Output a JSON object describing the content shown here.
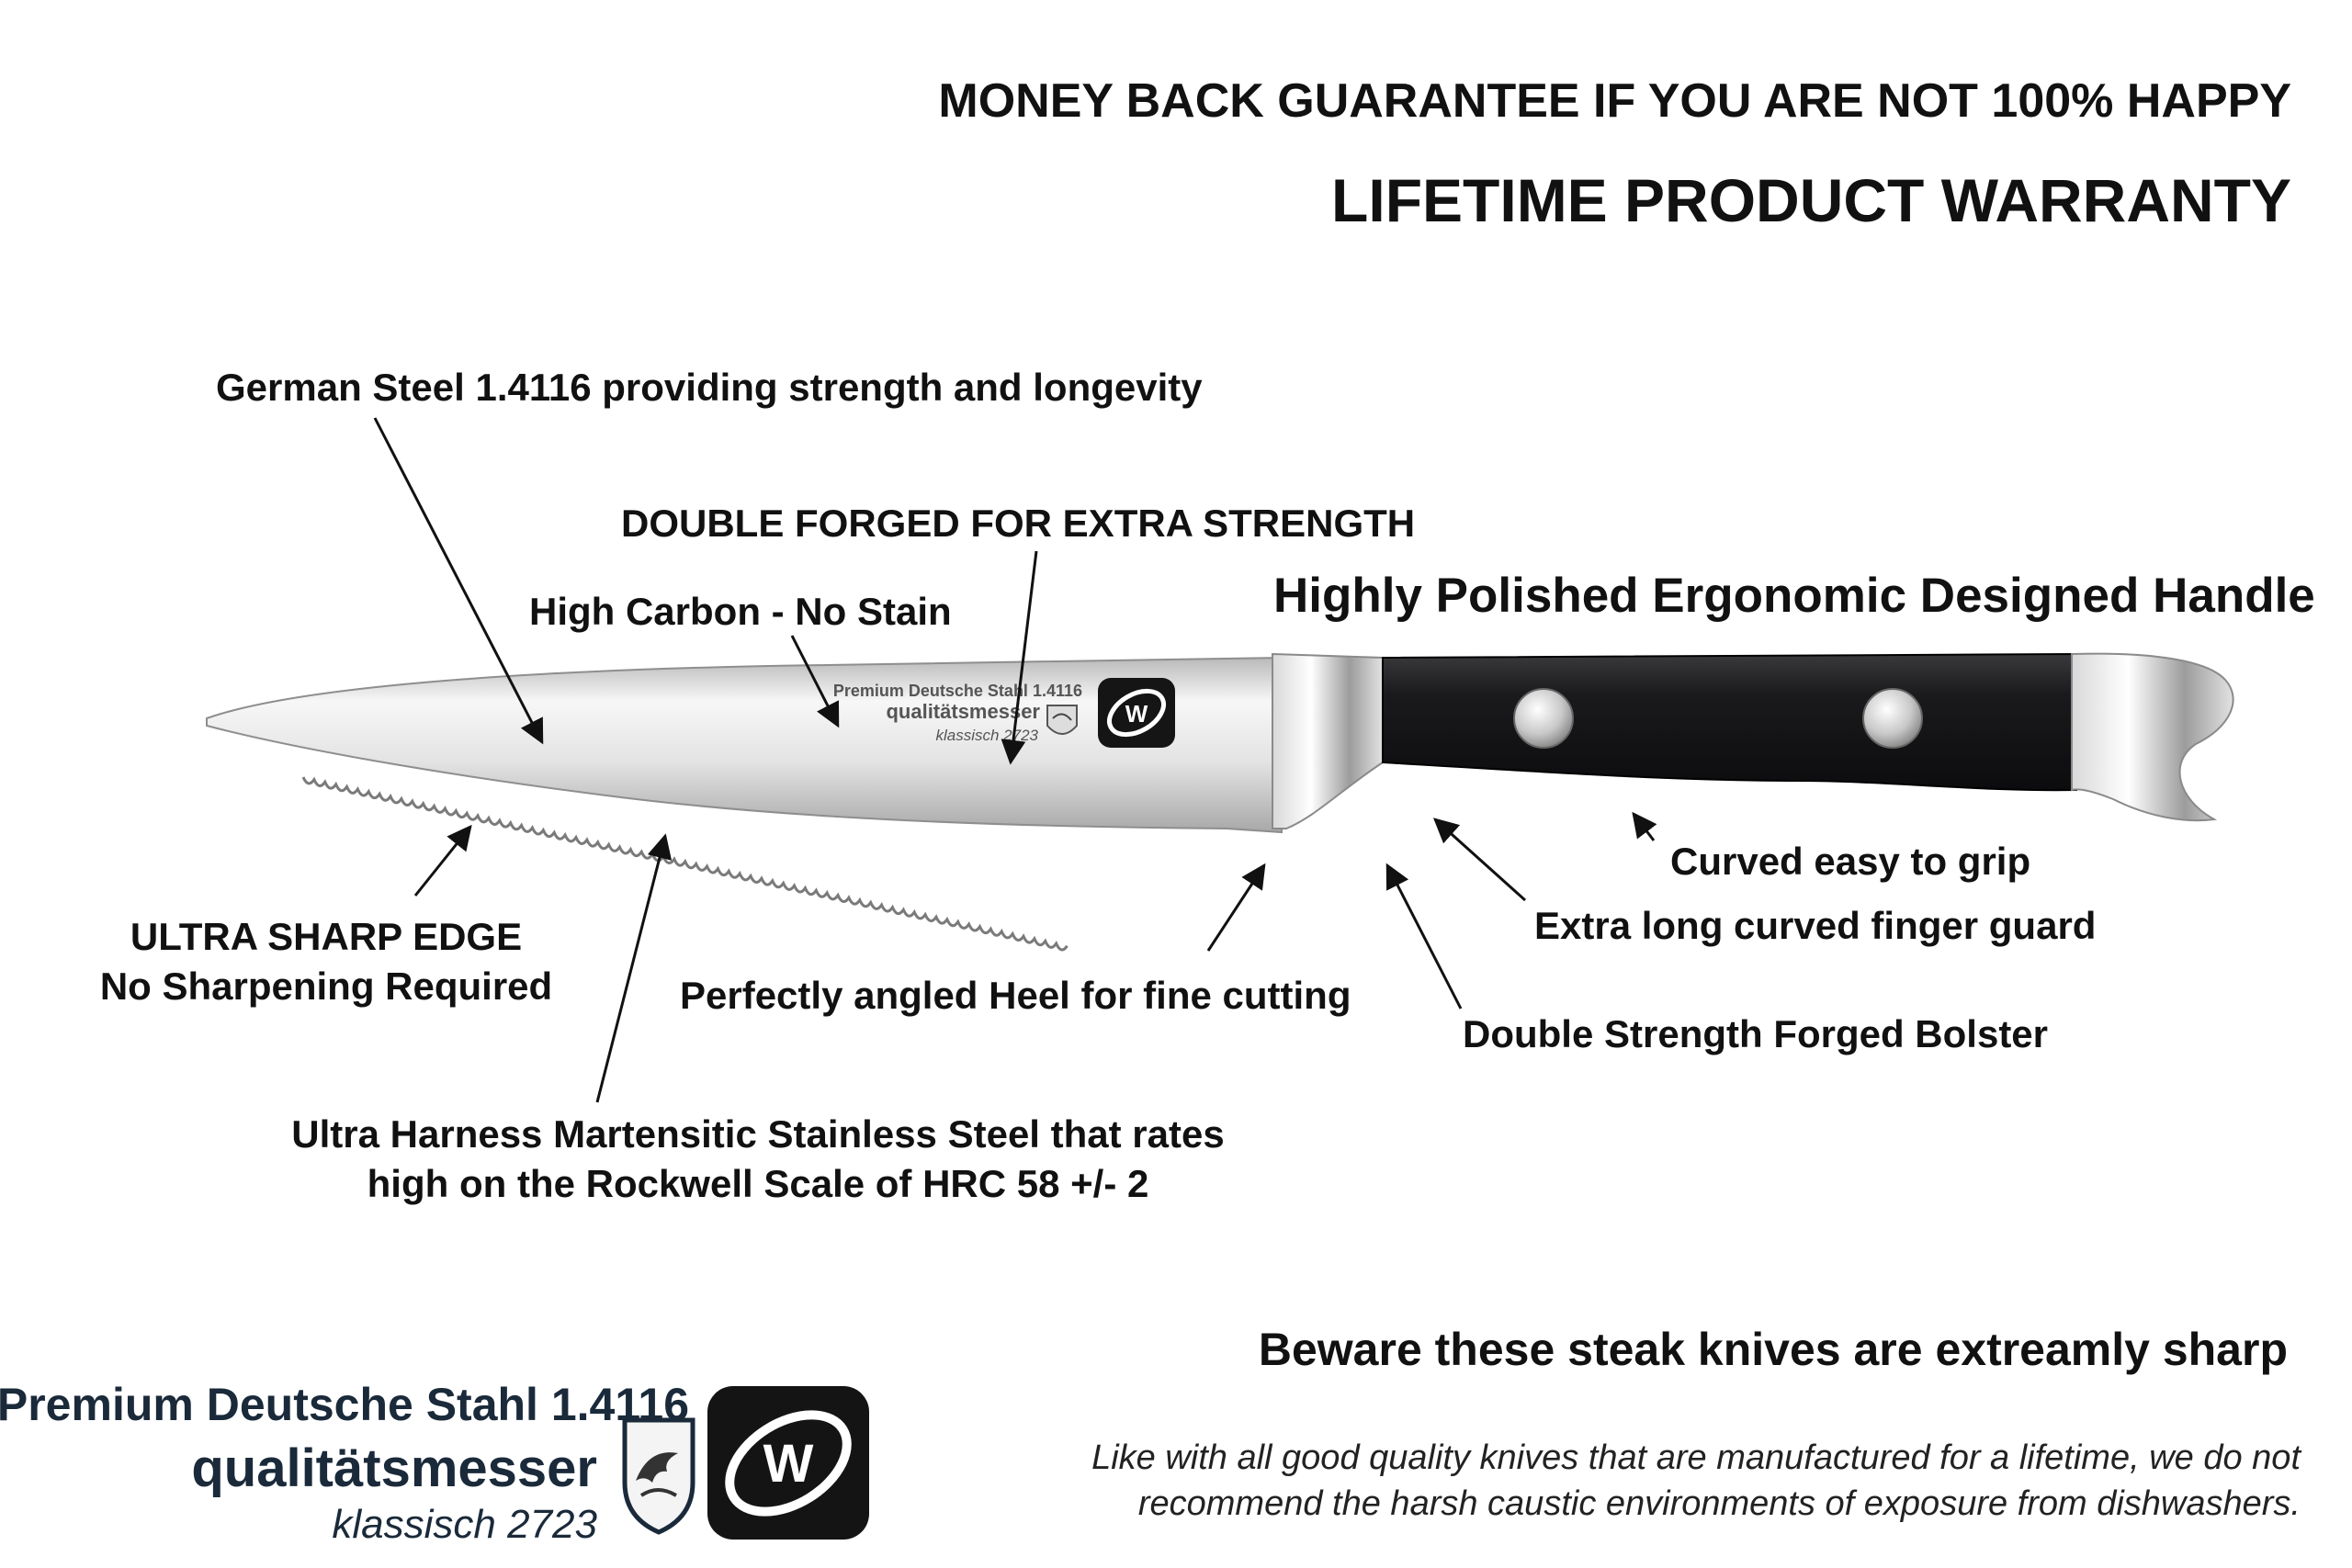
{
  "header": {
    "guarantee": "MONEY BACK GUARANTEE IF YOU ARE NOT 100% HAPPY",
    "warranty": "LIFETIME PRODUCT WARRANTY"
  },
  "labels": {
    "german_steel": "German Steel 1.4116 providing strength and longevity",
    "double_forged": "DOUBLE FORGED FOR EXTRA STRENGTH",
    "high_carbon": "High Carbon - No Stain",
    "handle": "Highly Polished Ergonomic Designed Handle",
    "curved_grip": "Curved easy to grip",
    "finger_guard": "Extra long curved finger guard",
    "bolster": "Double Strength Forged Bolster",
    "heel": "Perfectly angled Heel for fine cutting",
    "sharp_edge_1": "ULTRA SHARP EDGE",
    "sharp_edge_2": "No Sharpening Required",
    "martensitic_1": "Ultra Harness Martensitic Stainless Steel that rates",
    "martensitic_2": "high on the Rockwell Scale of HRC 58 +/- 2"
  },
  "blade_etch": {
    "line1": "Premium Deutsche Stahl 1.4116",
    "line2": "qualitätsmesser",
    "line3": "klassisch 2723"
  },
  "logo": {
    "line1": "Premium Deutsche Stahl 1.4116",
    "line2": "qualitätsmesser",
    "line3": "klassisch 2723",
    "mark": "W"
  },
  "footer": {
    "beware": "Beware these steak knives are extreamly sharp",
    "note_1": "Like with all good quality knives that are manufactured for a lifetime, we do not",
    "note_2": "recommend the harsh caustic environments of exposure from dishwashers."
  },
  "colors": {
    "handle": "#1c1c1e",
    "steel_light": "#f4f4f4",
    "steel_dark": "#9a9a9a",
    "text": "#111111",
    "logo_text": "#1a2a3a"
  }
}
